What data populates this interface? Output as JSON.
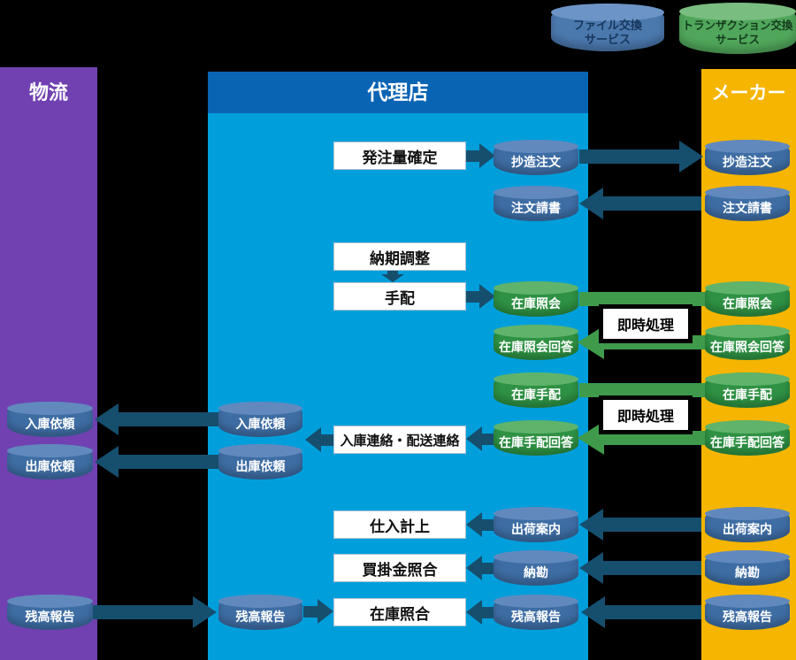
{
  "palette": {
    "background": "#000000",
    "logistics_column": "#7141B1",
    "agency_header": "#0A64B4",
    "agency_body": "#009FDC",
    "maker_column": "#F5B500",
    "datastore_blue": "#3E6DA4",
    "datastore_blue_top": "#6189BE",
    "datastore_green": "#2E9143",
    "datastore_green_top": "#5FB36A",
    "service_blue": "#4B78AD",
    "service_green": "#50A65A",
    "arrow_dark": "#164F6E",
    "arrow_green": "#3F9B4B",
    "realtime_border": "#000000"
  },
  "services": {
    "file_exchange": {
      "label": "ファイル交換\nサービス"
    },
    "transaction_exchange": {
      "label": "トランザクション交換\nサービス"
    }
  },
  "columns": {
    "logistics": {
      "title": "物流"
    },
    "agency": {
      "title": "代理店"
    },
    "maker": {
      "title": "メーカー"
    }
  },
  "processes": {
    "order_quantity_fix": "発注量確定",
    "delivery_date_adjust": "納期調整",
    "arrangement": "手配",
    "inbound_delivery_contact": "入庫連絡・配送連絡",
    "purchase_posting": "仕入計上",
    "accounts_payable_matching": "買掛金照合",
    "inventory_matching": "在庫照合"
  },
  "datastores": {
    "papermaking_order": "抄造注文",
    "order_acknowledgement": "注文請書",
    "stock_inquiry": "在庫照会",
    "stock_inquiry_reply": "在庫照会回答",
    "stock_arrangement": "在庫手配",
    "stock_arrangement_reply": "在庫手配回答",
    "inbound_request": "入庫依頼",
    "outbound_request": "出庫依頼",
    "shipping_notice": "出荷案内",
    "delivery_settlement": "納勘",
    "balance_report": "残高報告"
  },
  "annotations": {
    "realtime_processing": "即時処理"
  }
}
